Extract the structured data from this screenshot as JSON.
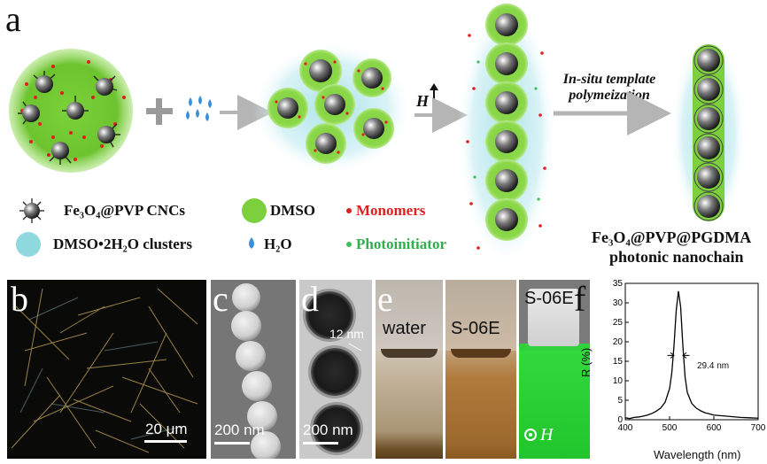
{
  "panel_a": {
    "letter": "a",
    "field_label": "H",
    "arrow_text_line1": "In-situ template",
    "arrow_text_line2": "polymeization",
    "legend": {
      "cncs": "Fe₃O₄@PVP CNCs",
      "dmso": "DMSO",
      "monomers": "Monomers",
      "clusters": "DMSO•2H₂O clusters",
      "h2o": "H₂O",
      "photoinitiator": "Photoinitiator"
    },
    "product_line1": "Fe₃O₄@PVP@PGDMA",
    "product_line2": "photonic nanochain"
  },
  "panel_b": {
    "letter": "b",
    "scale": "20 μm"
  },
  "panel_c": {
    "letter": "c",
    "scale": "200 nm"
  },
  "panel_d": {
    "letter": "d",
    "scale": "200 nm",
    "shell_thickness": "12 nm"
  },
  "panel_e": {
    "letter": "e",
    "vials": [
      "water",
      "S-06E",
      "S-06E"
    ],
    "field_label": "H"
  },
  "panel_f": {
    "letter": "f",
    "fwhm_label": "29.4 nm",
    "colors": {
      "background": "#ffffff",
      "line": "#000000"
    },
    "chart_data": {
      "type": "line",
      "xlabel": "Wavelength (nm)",
      "ylabel": "R (%)",
      "xlim": [
        400,
        700
      ],
      "ylim": [
        0,
        35
      ],
      "xticks": [
        400,
        500,
        600,
        700
      ],
      "yticks": [
        0,
        5,
        10,
        15,
        20,
        25,
        30,
        35
      ],
      "series": [
        {
          "x": [
            400,
            410,
            420,
            430,
            440,
            450,
            460,
            470,
            480,
            490,
            500,
            505,
            510,
            515,
            520,
            525,
            530,
            535,
            540,
            550,
            560,
            570,
            580,
            590,
            600,
            620,
            640,
            660,
            680,
            700
          ],
          "values": [
            0.5,
            0.3,
            0.6,
            0.7,
            0.9,
            1.2,
            1.6,
            2.2,
            3.0,
            4.5,
            8.0,
            12.0,
            19.0,
            28.0,
            33.0,
            29.0,
            19.0,
            11.0,
            7.0,
            4.2,
            3.0,
            2.3,
            1.8,
            1.5,
            1.2,
            1.0,
            0.8,
            0.6,
            0.5,
            0.4
          ]
        }
      ],
      "annotations": [
        "29.4 nm"
      ]
    }
  }
}
